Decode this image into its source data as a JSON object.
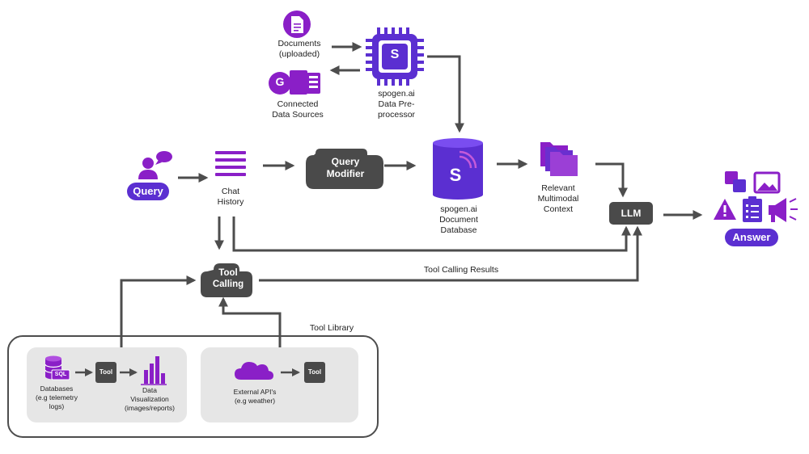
{
  "nodes": {
    "documents": "Documents\n(uploaded)",
    "connected_sources": "Connected\nData Sources",
    "preprocessor": "spogen.ai\nData Pre-\nprocessor",
    "query": "Query",
    "chat_history": "Chat\nHistory",
    "query_modifier": "Query\nModifier",
    "document_database": "spogen.ai\nDocument\nDatabase",
    "relevant_context": "Relevant\nMultimodal\nContext",
    "llm": "LLM",
    "answer": "Answer",
    "tool_calling": "Tool\nCalling",
    "tool_calling_results": "Tool Calling Results",
    "tool_library": "Tool Library",
    "databases": "Databases\n(e.g telemetry\nlogs)",
    "tool_1": "Tool",
    "data_visualization": "Data\nVisualization\n(images/reports)",
    "external_apis": "External API's\n(e.g weather)",
    "tool_2": "Tool",
    "sql_badge": "SQL",
    "logo_letter": "S",
    "g_letter": "G"
  },
  "colors": {
    "purple": "#8a1fc7",
    "indigo": "#5b2fd1",
    "dark": "#4a4a4a",
    "arrow": "#4d4d4d",
    "panel": "#e6e6e6"
  }
}
